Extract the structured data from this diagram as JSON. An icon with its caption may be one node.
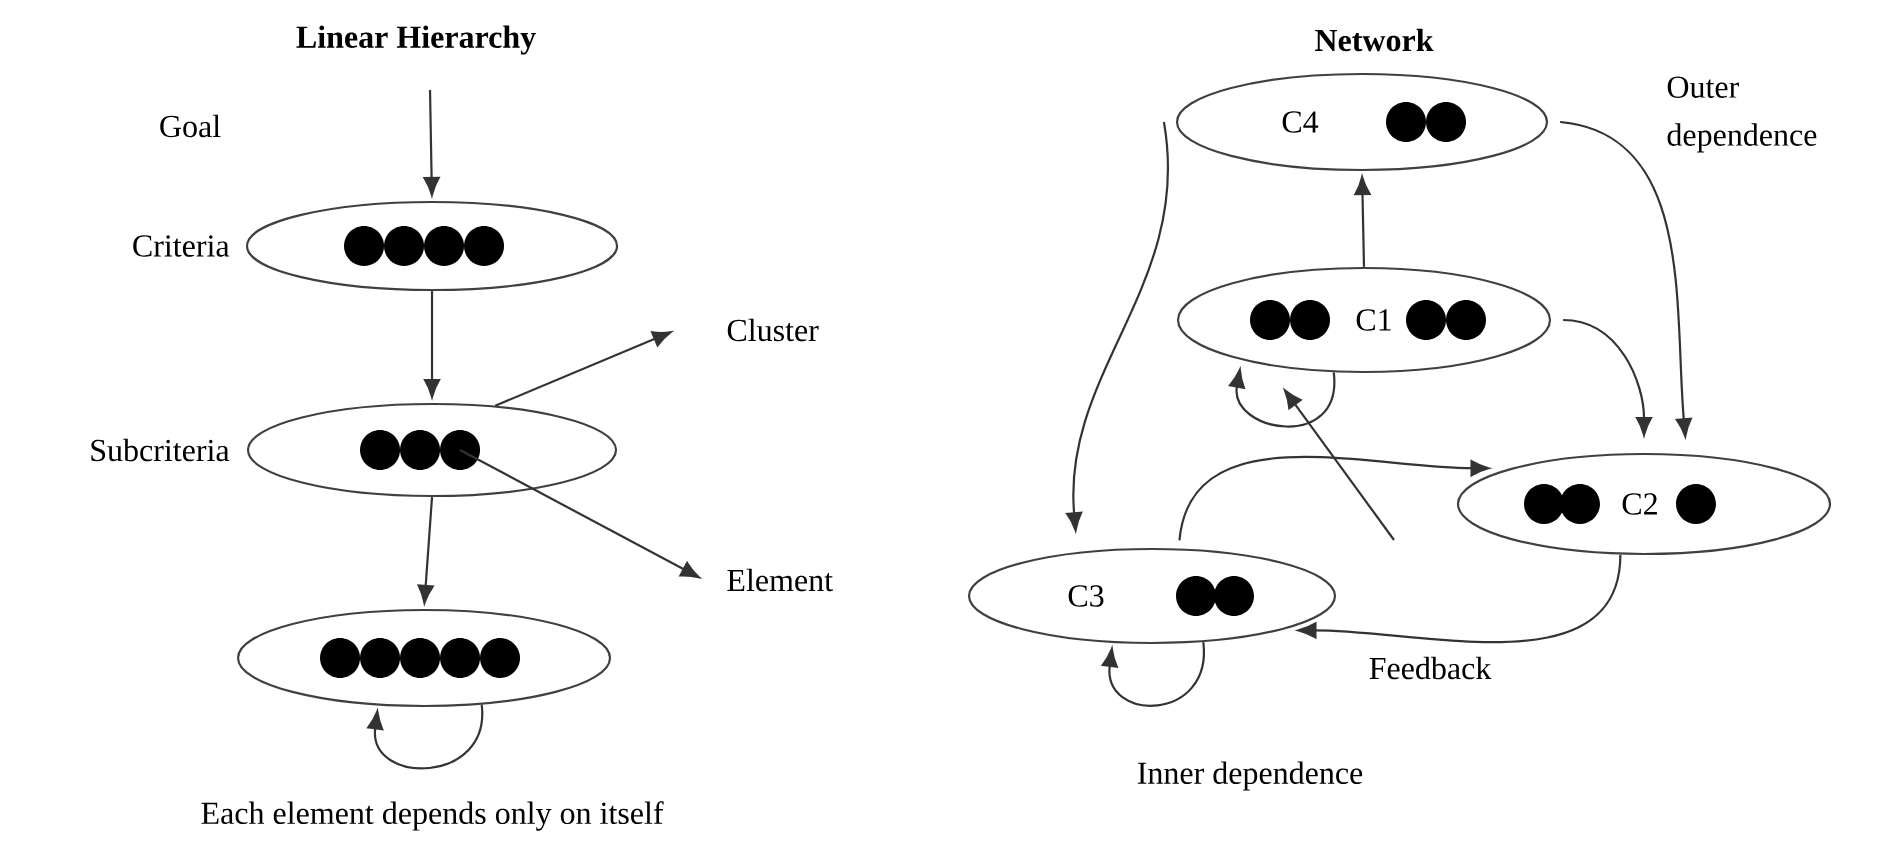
{
  "diagram": {
    "nodes": [
      {
        "text": [],
        "shape": "ellipse",
        "beside": [
          "Criteria"
        ]
      },
      {
        "text": [],
        "shape": "ellipse",
        "beside": [
          "Subcriteria"
        ]
      },
      {
        "text": [],
        "shape": "ellipse"
      },
      {
        "text": [
          "Cluster"
        ]
      },
      {
        "text": [
          "Element"
        ]
      },
      {
        "text": [
          "C4"
        ]
      },
      {
        "text": [
          "C1"
        ]
      },
      {
        "text": [
          "C2"
        ]
      },
      {
        "text": [
          "C3"
        ]
      }
    ],
    "edges": [
      {
        "from": null,
        "to": 0,
        "arrow": "to"
      },
      {
        "from": 0,
        "to": 1,
        "arrow": "to"
      },
      {
        "from": 1,
        "to": 2,
        "arrow": "to"
      },
      {
        "from": 2,
        "to": 2,
        "arrow": "to"
      },
      {
        "from": 1,
        "to": 3,
        "arrow": "to"
      },
      {
        "from": 1,
        "to": 4,
        "arrow": "to"
      },
      {
        "from": 6,
        "to": 5,
        "arrow": "to"
      },
      {
        "from": 5,
        "to": 8,
        "arrow": "to"
      },
      {
        "from": 5,
        "to": 7,
        "arrow": "to"
      },
      {
        "from": 6,
        "to": 7,
        "arrow": "to"
      },
      {
        "from": 6,
        "to": 6,
        "arrow": "to"
      },
      {
        "from": null,
        "to": 6,
        "arrow": "to"
      },
      {
        "from": 8,
        "to": 7,
        "arrow": "to"
      },
      {
        "from": 7,
        "to": 8,
        "arrow": "to"
      },
      {
        "from": 8,
        "to": 8,
        "arrow": "to"
      }
    ],
    "labels": [
      "Linear Hierarchy",
      "Network",
      "Goal",
      "Outer dependence",
      "Feedback",
      "Inner dependence",
      "Each element depends only on itself"
    ]
  }
}
